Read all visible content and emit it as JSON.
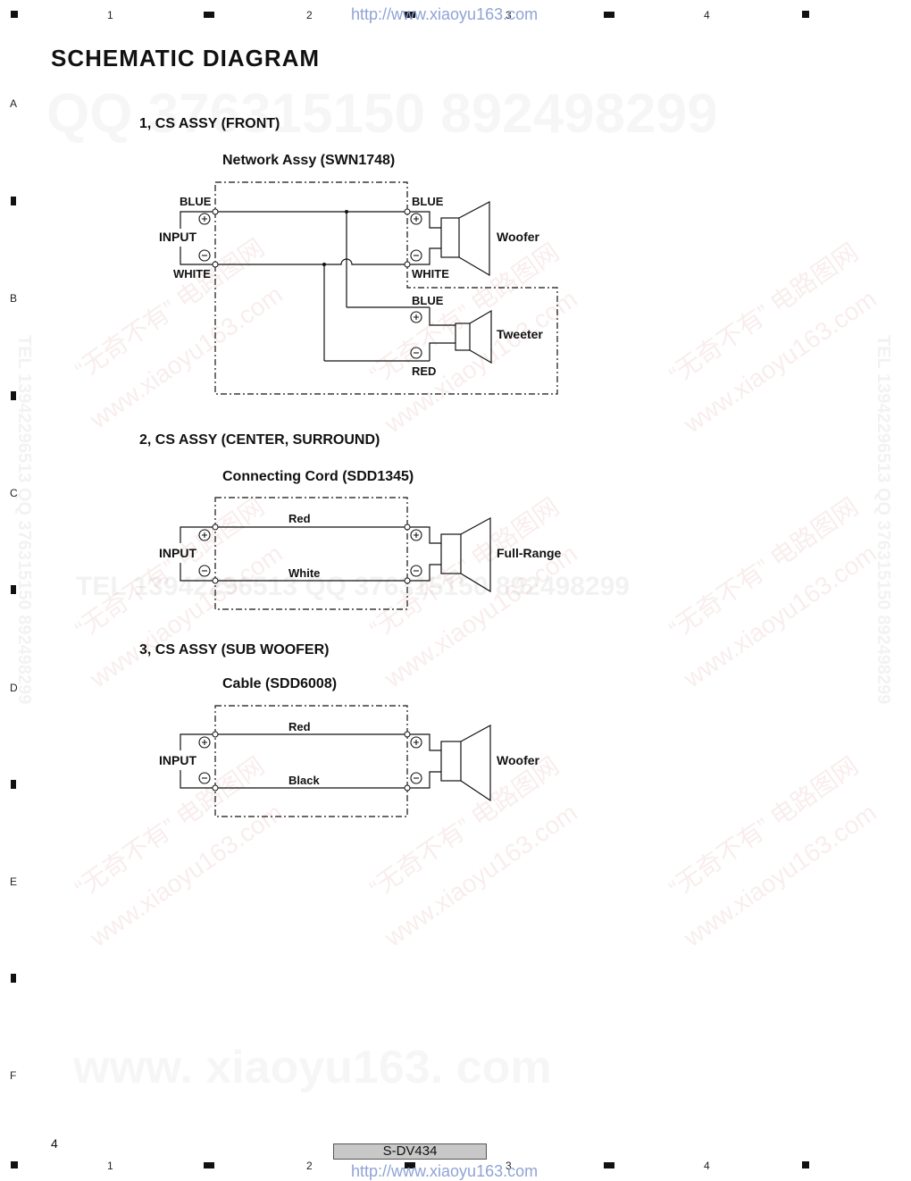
{
  "header": {
    "url": "http://www.xiaoyu163.com",
    "title": "SCHEMATIC DIAGRAM",
    "columns": [
      "1",
      "2",
      "3",
      "4"
    ],
    "rows": [
      "A",
      "B",
      "C",
      "D",
      "E",
      "F"
    ]
  },
  "watermarks": {
    "qq_line": "QQ 376315150    892498299",
    "tel_line": "TEL 13942296513   QQ 376315150  892498299",
    "site_big": "www. xiaoyu163. com",
    "site_small": "www.xiaoyu163.com",
    "cn": "“无奇不有” 电路图网",
    "vertical": "TEL 13942296513  QQ 376315150  892498299"
  },
  "section1": {
    "heading": "1, CS ASSY (FRONT)",
    "box_title": "Network Assy (SWN1748)",
    "input": "INPUT",
    "in_blue": "BLUE",
    "in_white": "WHITE",
    "out_blue": "BLUE",
    "out_white": "WHITE",
    "woofer": "Woofer",
    "tw_blue": "BLUE",
    "tw_red": "RED",
    "tweeter": "Tweeter"
  },
  "section2": {
    "heading": "2, CS ASSY (CENTER, SURROUND)",
    "box_title": "Connecting Cord (SDD1345)",
    "input": "INPUT",
    "wire_top": "Red",
    "wire_bottom": "White",
    "speaker": "Full-Range"
  },
  "section3": {
    "heading": "3, CS ASSY (SUB WOOFER)",
    "box_title": "Cable (SDD6008)",
    "input": "INPUT",
    "wire_top": "Red",
    "wire_bottom": "Black",
    "speaker": "Woofer"
  },
  "footer": {
    "page_number": "4",
    "model": "S-DV434",
    "url": "http://www.xiaoyu163.com"
  }
}
